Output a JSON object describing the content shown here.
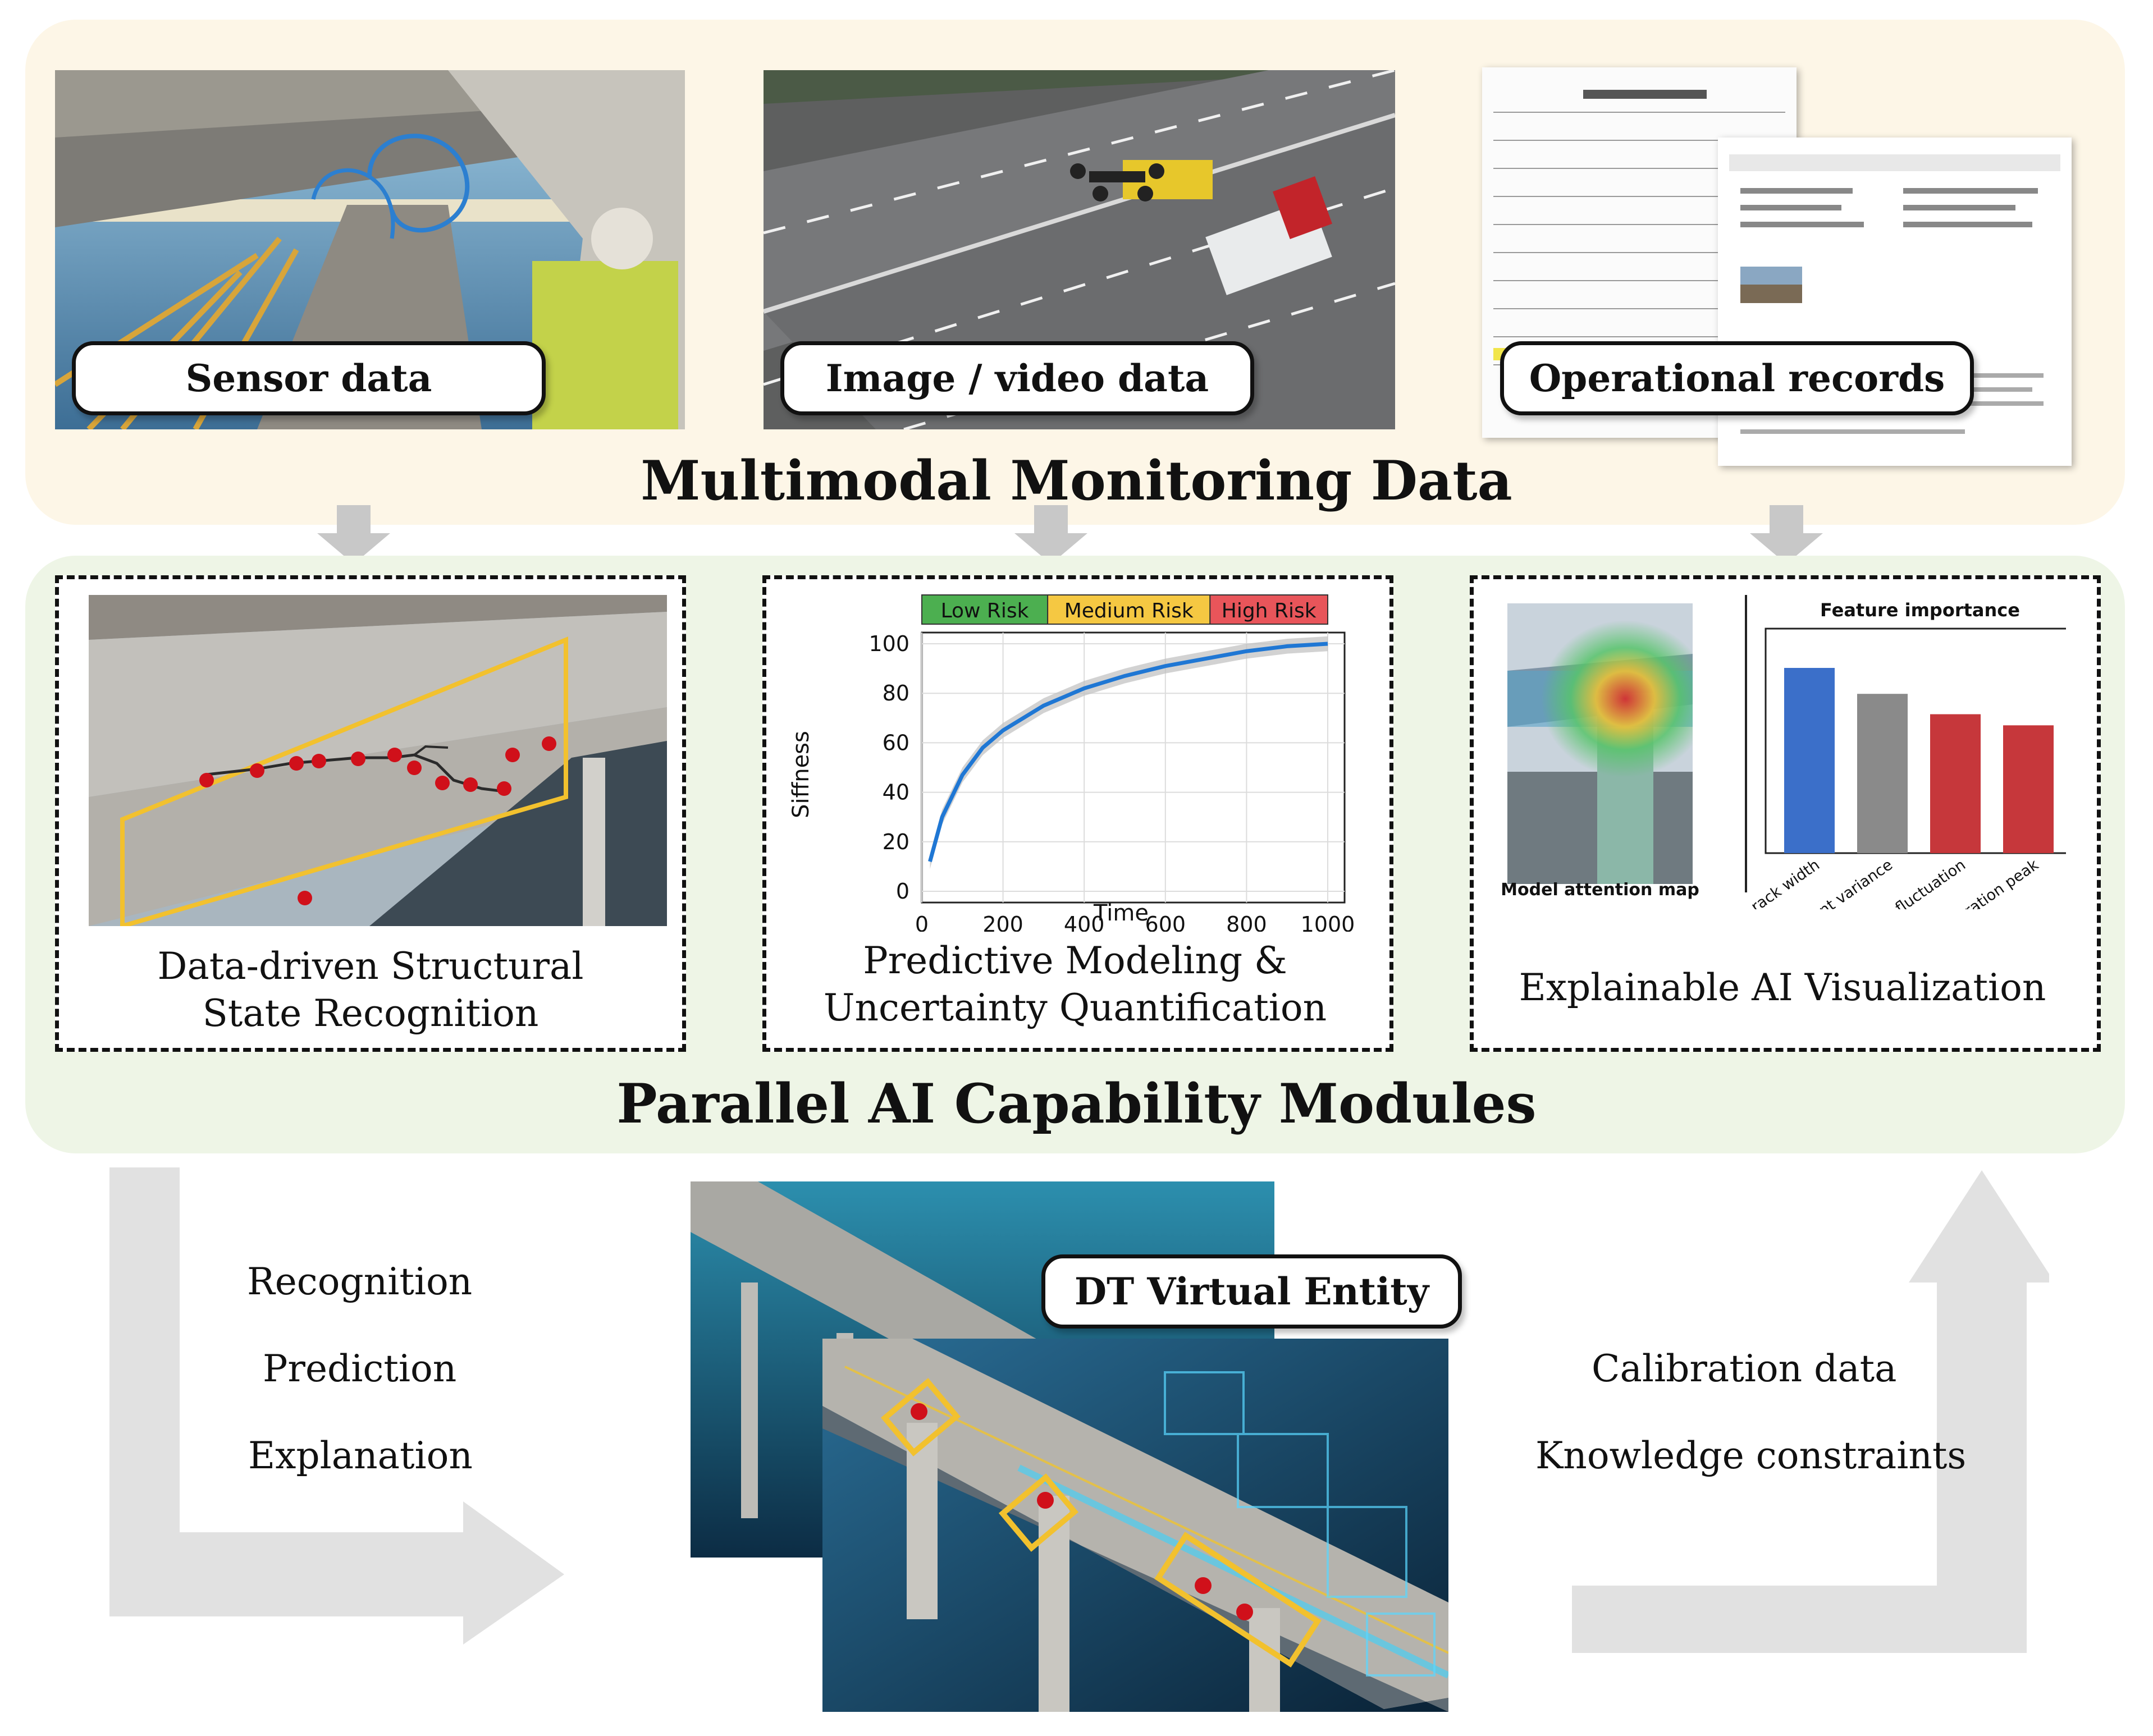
{
  "top": {
    "title": "Multimodal Monitoring Data",
    "sensor_label": "Sensor data",
    "image_label": "Image / video data",
    "records_label": "Operational records"
  },
  "mid": {
    "title": "Parallel AI Capability Modules",
    "module1_caption": "Data-driven Structural State Recognition",
    "module2_caption": "Predictive Modeling & Uncertainty Quantification",
    "module3_caption": "Explainable AI Visualization",
    "attention_label": "Model attention map"
  },
  "bottom": {
    "dt_label": "DT Virtual Entity",
    "left_items": [
      "Recognition",
      "Prediction",
      "Explanation"
    ],
    "right_items": [
      "Calibration data",
      "Knowledge constraints"
    ]
  },
  "colors": {
    "low_risk": "#4caf50",
    "medium_risk": "#f5c842",
    "high_risk": "#e8555a",
    "curve": "#1f77d4",
    "box_outline": "#f2c12e",
    "damage_point": "#d0101a"
  },
  "chart_data": [
    {
      "type": "line",
      "title": "",
      "xlabel": "Time",
      "ylabel": "Siffness",
      "xlim": [
        0,
        1000
      ],
      "ylim": [
        0,
        100
      ],
      "xticks": [
        0,
        200,
        400,
        600,
        800,
        1000
      ],
      "yticks": [
        0,
        20,
        40,
        60,
        80,
        100
      ],
      "grid": true,
      "risk_bands": [
        {
          "label": "Low Risk",
          "from": 0,
          "to": 310
        },
        {
          "label": "Medium Risk",
          "from": 310,
          "to": 710
        },
        {
          "label": "High Risk",
          "from": 710,
          "to": 1000
        }
      ],
      "series": [
        {
          "x": [
            20,
            50,
            100,
            150,
            200,
            300,
            400,
            500,
            600,
            700,
            800,
            900,
            1000
          ],
          "y": [
            12,
            30,
            47,
            58,
            65,
            75,
            82,
            87,
            91,
            94,
            97,
            99,
            100
          ],
          "band": 3
        }
      ]
    },
    {
      "type": "bar",
      "title": "Feature importance",
      "categories": [
        "Crack width",
        "Displacement variance",
        "Temperature fluctuation",
        "Vibration peak"
      ],
      "values": [
        1.0,
        0.86,
        0.75,
        0.69
      ],
      "colors": [
        "#3b6fc9",
        "#8a8a8a",
        "#c6373b",
        "#c6373b"
      ]
    }
  ]
}
